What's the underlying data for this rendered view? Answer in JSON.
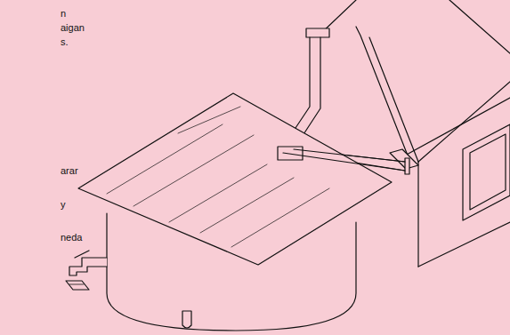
{
  "diagram": {
    "labels": [
      "n",
      "aigan",
      "s.",
      "arar",
      "y",
      "neda"
    ]
  }
}
